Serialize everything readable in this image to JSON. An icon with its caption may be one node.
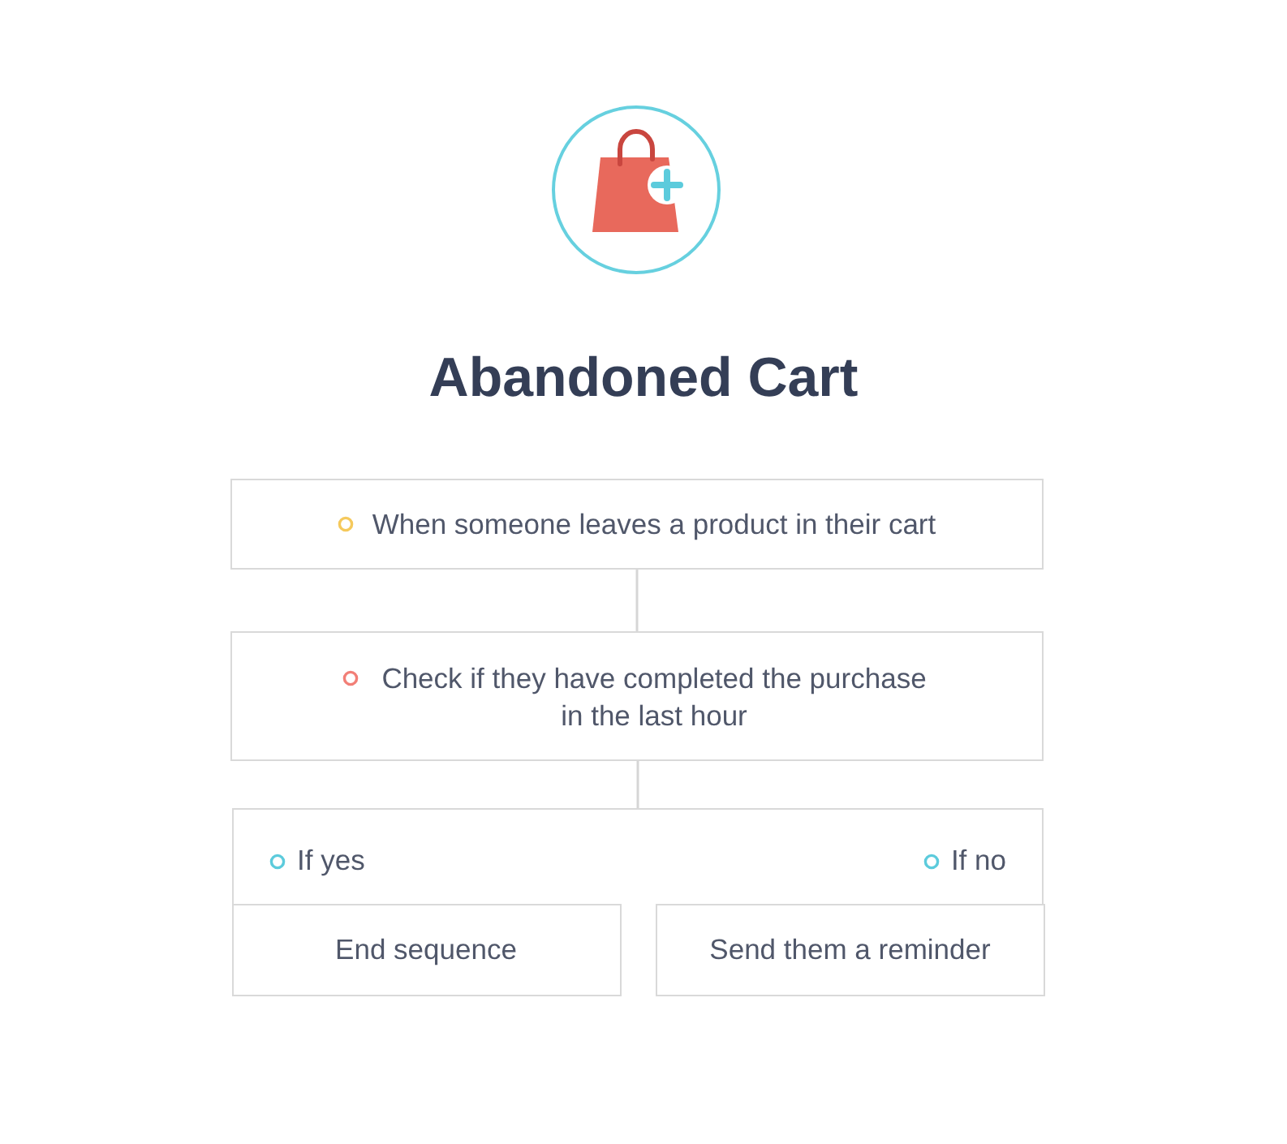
{
  "diagram": {
    "title": "Abandoned Cart",
    "nodes": [
      {
        "text": [
          "When someone leaves a product in their cart"
        ]
      },
      {
        "text": [
          "Check if they have completed the purchase in the last hour"
        ]
      },
      {
        "text": [
          "If yes",
          "If no"
        ]
      },
      {
        "text": [
          "End sequence"
        ],
        "in": 2
      },
      {
        "text": [
          "Send them a reminder"
        ],
        "in": 2
      }
    ],
    "edges": [
      {
        "from": 0,
        "to": 1,
        "arrow": "none"
      },
      {
        "from": 1,
        "to": 2,
        "arrow": "none"
      }
    ]
  }
}
